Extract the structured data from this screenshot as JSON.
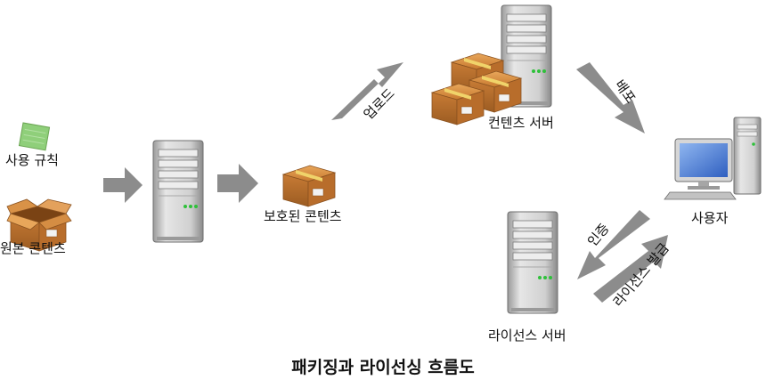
{
  "title": "패키징과 라이선싱 흐름도",
  "nodes": {
    "usage_rules": "사용 규칙",
    "source_content": "원본 콘텐츠",
    "protected_content": "보호된 콘텐츠",
    "content_server": "컨텐츠 서버",
    "user": "사용자",
    "license_server": "라이선스 서버"
  },
  "edges": {
    "upload": "업로드",
    "distribute": "배포",
    "authenticate": "인증",
    "license_issue": "라이선스 발급"
  },
  "colors": {
    "arrow": "#8c8c8c",
    "server_body": "#c8c8c8",
    "box": "#d4883c",
    "tape": "#f0d36a",
    "rules_card": "#8fcf7a",
    "monitor_screen": "#3a6fd0",
    "status_led": "#2ec13a"
  },
  "icons": [
    "server-icon",
    "box-icon",
    "document-icon",
    "computer-icon"
  ]
}
